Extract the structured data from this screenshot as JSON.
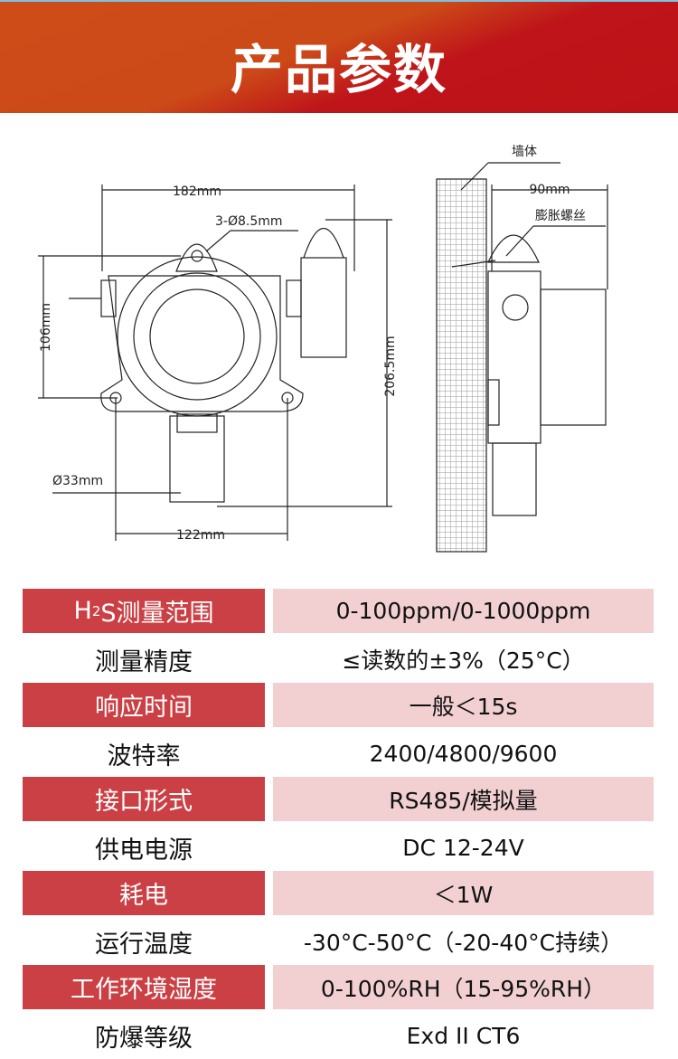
{
  "header": {
    "title": "产品参数"
  },
  "drawing": {
    "width_label": "182mm",
    "hole_label": "3-Ø8.5mm",
    "height_label": "106mm",
    "total_height_label": "206.5mm",
    "diameter_label": "Ø33mm",
    "bottom_label": "122mm",
    "wall_label": "墙体",
    "depth_label": "90mm",
    "bolt_label": "膨胀螺丝"
  },
  "specs": [
    {
      "label_pre": "H",
      "label_sub": "2",
      "label_post": "S测量范围",
      "value": "0-100ppm/0-1000ppm"
    },
    {
      "label": "测量精度",
      "value": "≤读数的±3%（25°C）"
    },
    {
      "label": "响应时间",
      "value": "一般＜15s"
    },
    {
      "label": "波特率",
      "value": "2400/4800/9600"
    },
    {
      "label": "接口形式",
      "value": "RS485/模拟量"
    },
    {
      "label": "供电电源",
      "value": "DC 12-24V"
    },
    {
      "label": "耗电",
      "value": "＜1W"
    },
    {
      "label": "运行温度",
      "value": "-30°C-50°C（-20-40°C持续）"
    },
    {
      "label": "工作环境湿度",
      "value": "0-100%RH（15-95%RH）"
    },
    {
      "label": "防爆等级",
      "value": "Exd II CT6"
    }
  ]
}
